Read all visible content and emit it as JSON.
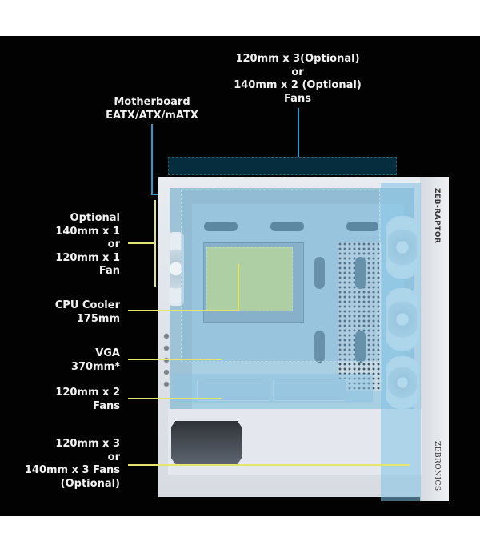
{
  "product": {
    "model_label": "ZEB-RAPTOR",
    "brand_label": "ZEBRONICS"
  },
  "callouts": {
    "top_fans": [
      "120mm x 3(Optional)",
      "or",
      "140mm x 2 (Optional)",
      "Fans"
    ],
    "motherboard": [
      "Motherboard",
      "EATX/ATX/mATX"
    ],
    "rear_fan": [
      "Optional",
      "140mm x 1",
      "or",
      "120mm x 1",
      "Fan"
    ],
    "cpu_cooler": [
      "CPU Cooler",
      "175mm"
    ],
    "vga": [
      "VGA",
      "370mm*"
    ],
    "bottom_fans": [
      "120mm x 2",
      "Fans"
    ],
    "front_fans": [
      "120mm x 3",
      "or",
      "140mm x 3 Fans",
      "(Optional)"
    ]
  },
  "colors": {
    "background": "#020202",
    "page": "#ffffff",
    "callout_yellow": "#e3e66a",
    "callout_blue": "#2b9cd0",
    "text": "#f2f2f2",
    "case_white": "#e4e8ee",
    "zone_blue": "#a9cfe3",
    "cpu_zone": "#c9e08a"
  }
}
